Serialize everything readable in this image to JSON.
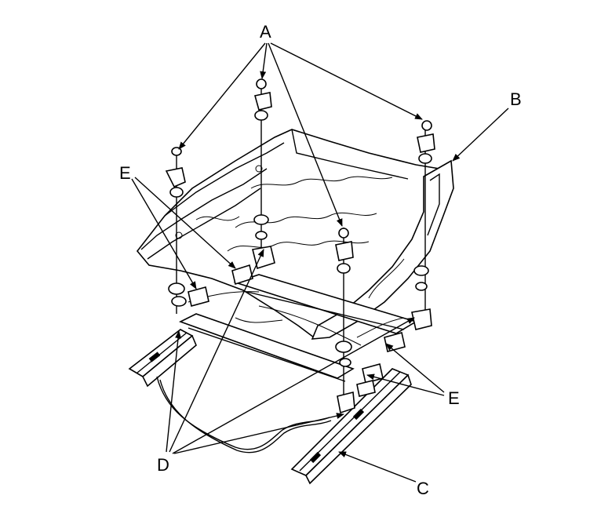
{
  "labels": {
    "a": "A",
    "b": "B",
    "c": "C",
    "d": "D",
    "e_left": "E",
    "e_right": "E"
  },
  "icons": {
    "arrowhead": "filled-triangle",
    "nut": "flange-nut",
    "washer": "washer",
    "bracket": "mounting-bracket"
  }
}
